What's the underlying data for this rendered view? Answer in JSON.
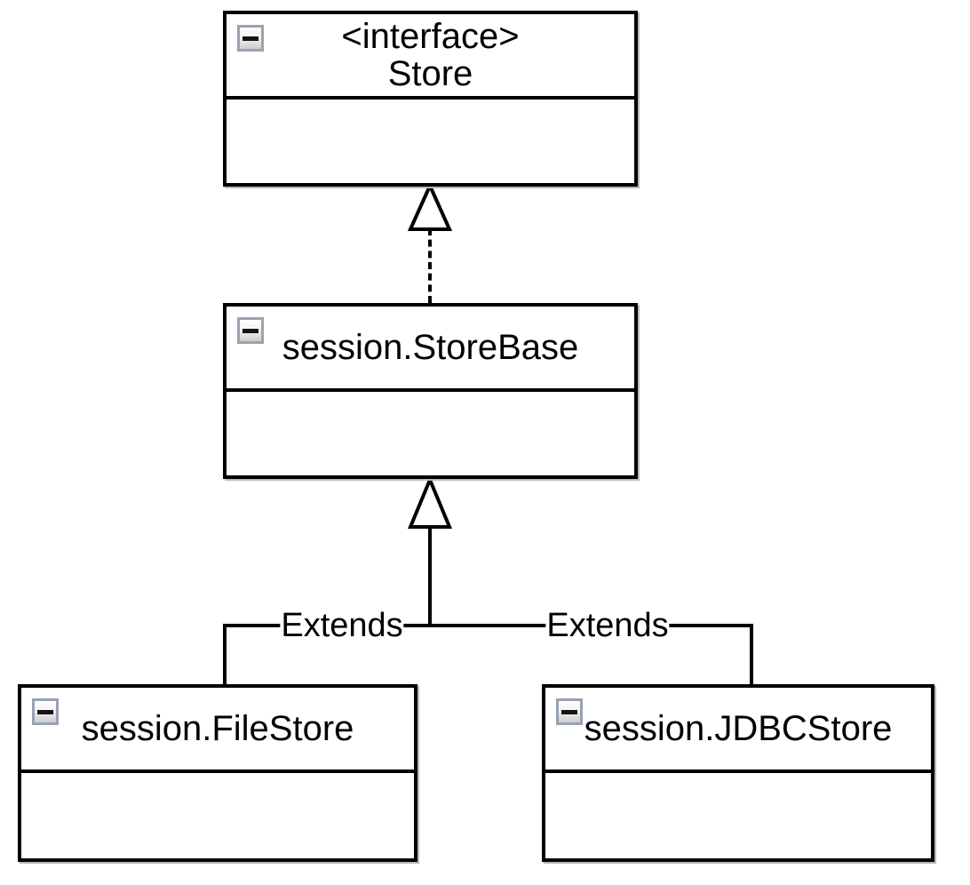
{
  "diagram": {
    "type": "uml-class-diagram",
    "colors": {
      "background": "#ffffff",
      "line": "#000000",
      "box_shadow": "#b8b8b8",
      "collapse_icon_border": "#98a2b4"
    },
    "icons": {
      "collapse": "minus-icon"
    },
    "nodes": {
      "store": {
        "stereotype": "<interface>",
        "name": "Store"
      },
      "storebase": {
        "name": "session.StoreBase"
      },
      "filestore": {
        "name": "session.FileStore"
      },
      "jdbcstore": {
        "name": "session.JDBCStore"
      }
    },
    "edges": {
      "realization": {
        "from": "session.StoreBase",
        "to": "Store",
        "style": "dashed",
        "arrow": "hollow-triangle",
        "label": ""
      },
      "extends_left": {
        "from": "session.FileStore",
        "to": "session.StoreBase",
        "style": "solid",
        "arrow": "hollow-triangle",
        "label": "Extends"
      },
      "extends_right": {
        "from": "session.JDBCStore",
        "to": "session.StoreBase",
        "style": "solid",
        "arrow": "hollow-triangle",
        "label": "Extends"
      }
    }
  }
}
